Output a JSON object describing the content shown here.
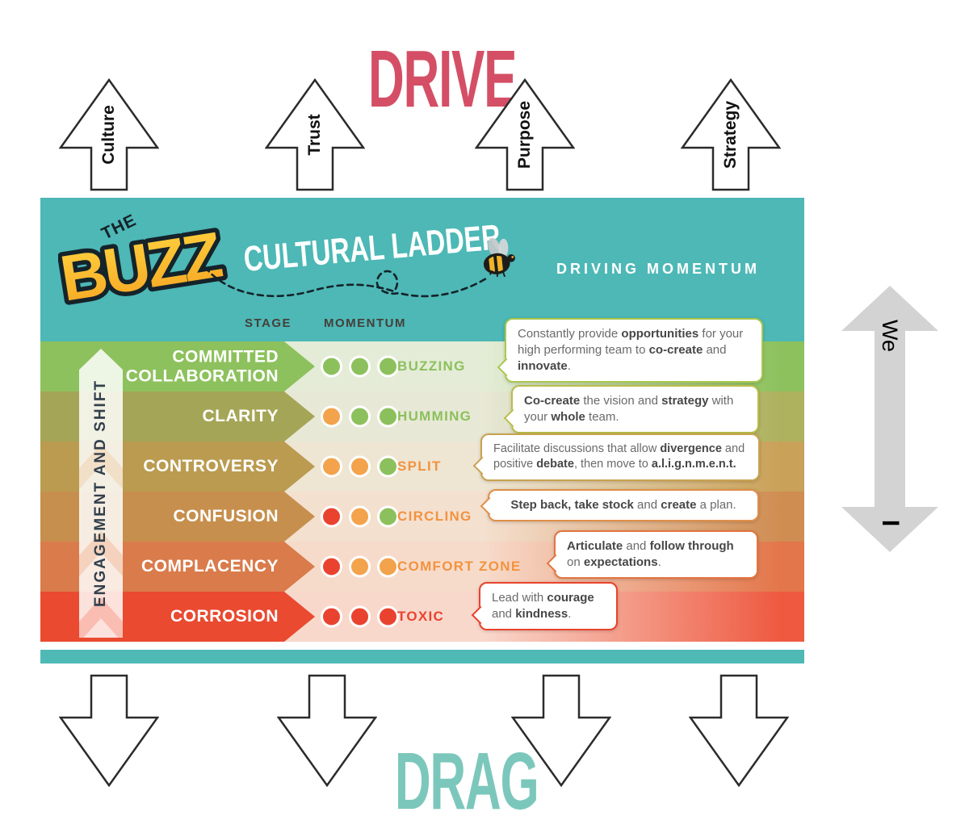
{
  "palette": {
    "green": "#8cc05c",
    "orange": "#f3a34c",
    "red": "#e9432f",
    "teal": "#4db8b6",
    "drive_pink": "#d44f66",
    "drag_teal": "#7cc7bc",
    "arrow_gray": "#d3d3d3"
  },
  "top": {
    "title": "DRIVE",
    "arrows": [
      {
        "label": "Culture"
      },
      {
        "label": "Trust"
      },
      {
        "label": "Purpose"
      },
      {
        "label": "Strategy"
      }
    ]
  },
  "header": {
    "logo_the": "THE",
    "logo_buzz": "BUZZ",
    "subtitle": "CULTURAL LADDER",
    "right_label": "DRIVING MOMENTUM",
    "col_stage": "STAGE",
    "col_momentum": "MOMENTUM"
  },
  "side": {
    "left_arrow_label": "ENGAGEMENT AND SHIFT",
    "right_arrow_top": "We",
    "right_arrow_bottom": "I"
  },
  "ladder": {
    "rows": [
      {
        "stage": "COMMITTED COLLABORATION",
        "momentum": "BUZZING",
        "dots": [
          "green",
          "green",
          "green"
        ],
        "band": "#8dc15d",
        "tint": "#e4ecd7",
        "edge": "#8dc15d",
        "momentum_color": "#8cc05c",
        "tip_border": "#aac84d",
        "tip_html": "Constantly provide <b>opportunities</b> for your high performing team to <b>co-create</b> and <b>innovate</b>."
      },
      {
        "stage": "CLARITY",
        "momentum": "HUMMING",
        "dots": [
          "orange",
          "green",
          "green"
        ],
        "band": "#a5a557",
        "tint": "#e7e8d6",
        "edge": "#aeb15e",
        "momentum_color": "#8cc05c",
        "tip_border": "#b9bd4b",
        "tip_html": "<b>Co-create</b> the vision and <b>strategy</b> with your <b>whole</b> team."
      },
      {
        "stage": "CONTROVERSY",
        "momentum": "SPLIT",
        "dots": [
          "orange",
          "orange",
          "green"
        ],
        "band": "#ba9b50",
        "tint": "#eee5d3",
        "edge": "#c9a158",
        "momentum_color": "#f2933f",
        "tip_border": "#c9a250",
        "tip_html": "Facilitate discussions that allow <b>divergence</b> and positive <b>debate</b>, then move to <b>a.l.i.g.n.m.e.n.t.</b>"
      },
      {
        "stage": "CONFUSION",
        "momentum": "CIRCLING",
        "dots": [
          "red",
          "orange",
          "green"
        ],
        "band": "#c78f4d",
        "tint": "#f4e0cf",
        "edge": "#cf8d52",
        "momentum_color": "#f2933f",
        "tip_border": "#df8f4a",
        "tip_html": "<b>Step back, take stock</b> and <b>create</b> a plan."
      },
      {
        "stage": "COMPLACENCY",
        "momentum": "COMFORT ZONE",
        "dots": [
          "red",
          "orange",
          "orange"
        ],
        "band": "#da7b4b",
        "tint": "#f7dbca",
        "edge": "#e3764a",
        "momentum_color": "#f2933f",
        "tip_border": "#e27440",
        "tip_html": "<b>Articulate</b> and <b>follow through</b> on <b>expectations</b>."
      },
      {
        "stage": "CORROSION",
        "momentum": "TOXIC",
        "dots": [
          "red",
          "red",
          "red"
        ],
        "band": "#e94a30",
        "tint": "#f9d8cc",
        "edge": "#ee5940",
        "momentum_color": "#e9432f",
        "tip_border": "#e8432c",
        "tip_html": "Lead with <b>courage</b> and <b>kindness</b>."
      }
    ]
  },
  "bottom": {
    "title": "DRAG"
  }
}
